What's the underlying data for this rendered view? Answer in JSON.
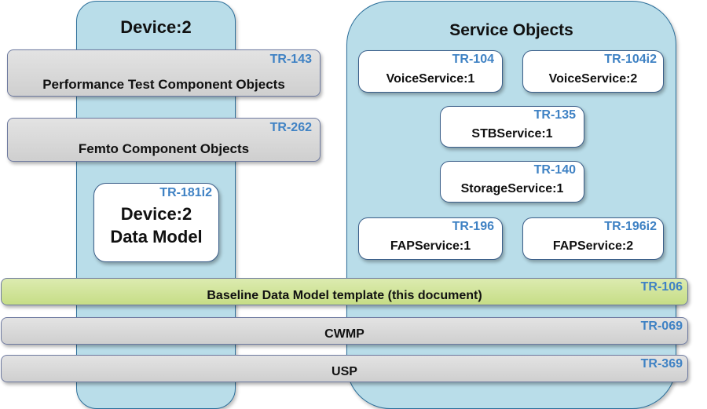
{
  "device_container": {
    "title": "Device:2"
  },
  "service_container": {
    "title": "Service Objects"
  },
  "device_bars": [
    {
      "tag": "TR-143",
      "label": "Performance Test Component Objects"
    },
    {
      "tag": "TR-262",
      "label": "Femto Component Objects"
    }
  ],
  "device_model": {
    "tag": "TR-181i2",
    "line1": "Device:2",
    "line2": "Data Model"
  },
  "services": [
    {
      "tag": "TR-104",
      "label": "VoiceService:1"
    },
    {
      "tag": "TR-104i2",
      "label": "VoiceService:2"
    },
    {
      "tag": "TR-135",
      "label": "STBService:1"
    },
    {
      "tag": "TR-140",
      "label": "StorageService:1"
    },
    {
      "tag": "TR-196",
      "label": "FAPService:1"
    },
    {
      "tag": "TR-196i2",
      "label": "FAPService:2"
    }
  ],
  "bottom_bars": [
    {
      "tag": "TR-106",
      "label": "Baseline Data Model template (this document)"
    },
    {
      "tag": "TR-069",
      "label": "CWMP"
    },
    {
      "tag": "TR-369",
      "label": "USP"
    }
  ],
  "colors": {
    "container_blue": "#b9dde9",
    "tag_blue": "#3f82c4",
    "bar_gray": "#d8d8d8",
    "bar_green": "#cfe39a"
  }
}
